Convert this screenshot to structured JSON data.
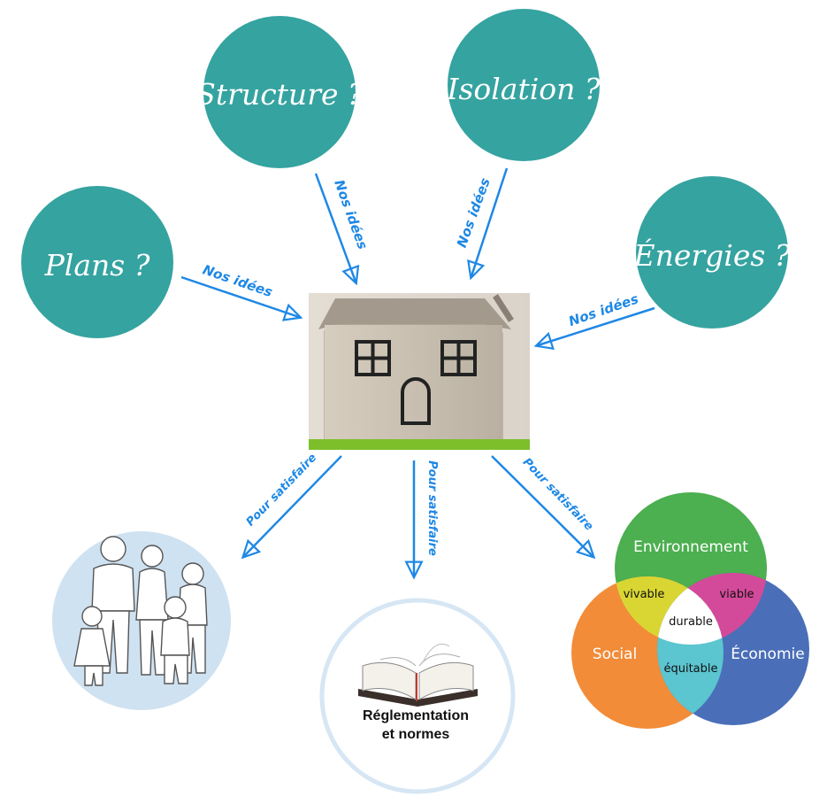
{
  "colors": {
    "topic_circle": "#35a3a0",
    "arrow": "#1e88e5",
    "venn_green": "#4caf50",
    "venn_orange": "#f28c38",
    "venn_blue": "#4a6fb8",
    "venn_yellow": "#d9d633",
    "venn_magenta": "#d44a9a",
    "venn_cyan": "#5bc5d0",
    "venn_white": "#ffffff",
    "light_circle": "#cfe2f1"
  },
  "topics": {
    "structure": "Structure ?",
    "isolation": "Isolation ?",
    "plans": "Plans ?",
    "energies": "Énergies ?"
  },
  "arrows": {
    "ideas": "Nos idées",
    "satisfy": "Pour satisfaire"
  },
  "house": {
    "icon": "house-icon"
  },
  "outcomes": {
    "family_icon": "family-drawing-icon",
    "book_icon": "open-book-icon",
    "book_label_line1": "Réglementation",
    "book_label_line2": "et normes"
  },
  "venn": {
    "environment": "Environnement",
    "social": "Social",
    "economy": "Économie",
    "livable": "vivable",
    "viable": "viable",
    "equitable": "équitable",
    "sustainable": "durable"
  }
}
